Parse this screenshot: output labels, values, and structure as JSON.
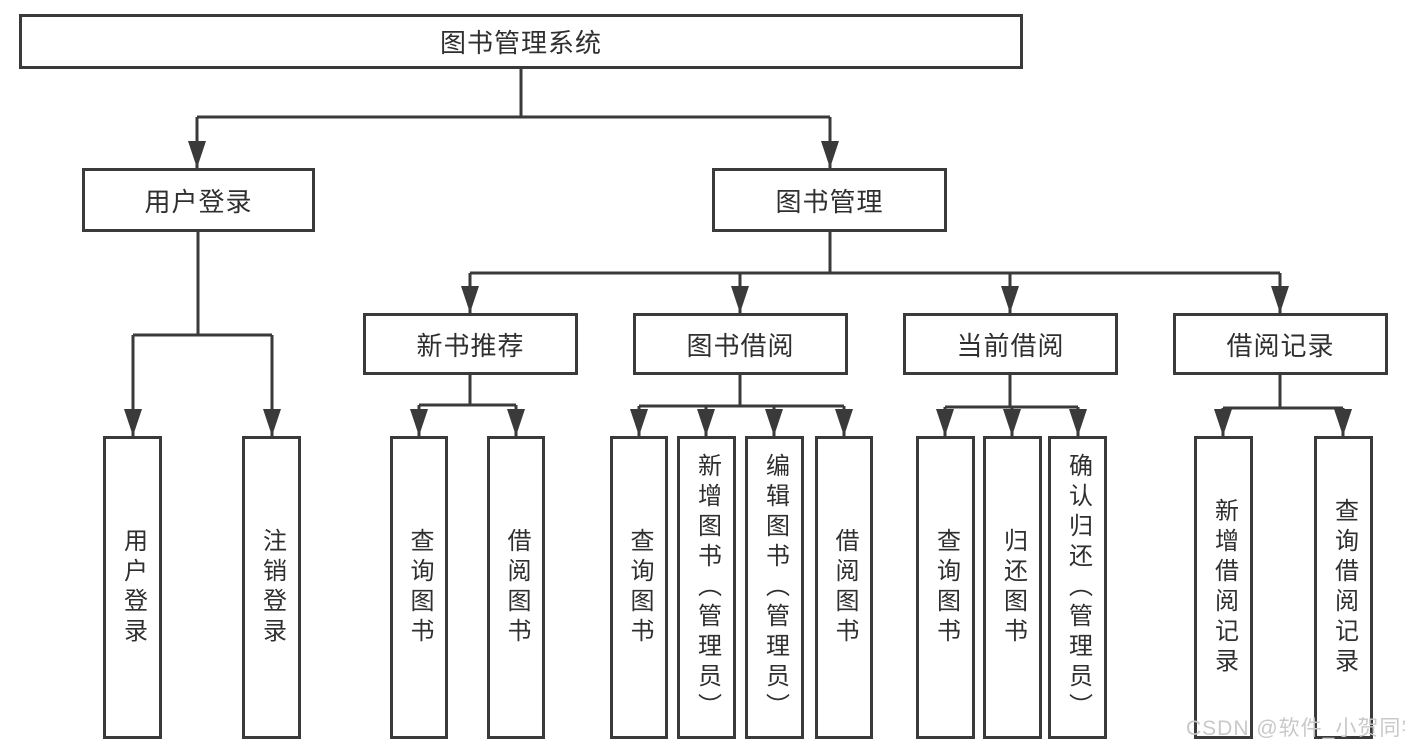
{
  "diagram": {
    "root": {
      "label": "图书管理系统"
    },
    "children": [
      {
        "label": "用户登录",
        "children": [
          {
            "label": "用户登录"
          },
          {
            "label": "注销登录"
          }
        ]
      },
      {
        "label": "图书管理",
        "children": [
          {
            "label": "新书推荐",
            "children": [
              {
                "label": "查询图书"
              },
              {
                "label": "借阅图书"
              }
            ]
          },
          {
            "label": "图书借阅",
            "children": [
              {
                "label": "查询图书"
              },
              {
                "label": "新增图书（管理员）"
              },
              {
                "label": "编辑图书（管理员）"
              },
              {
                "label": "借阅图书"
              }
            ]
          },
          {
            "label": "当前借阅",
            "children": [
              {
                "label": "查询图书"
              },
              {
                "label": "归还图书"
              },
              {
                "label": "确认归还（管理员）"
              }
            ]
          },
          {
            "label": "借阅记录",
            "children": [
              {
                "label": "新增借阅记录"
              },
              {
                "label": "查询借阅记录"
              }
            ]
          }
        ]
      }
    ]
  },
  "watermark": {
    "text": "CSDN @软件_小贺同学"
  },
  "colors": {
    "line": "#3a3a3a",
    "node_border": "#3a3a3a",
    "text": "#2f2f2f",
    "watermark": "#c9c9c9",
    "background": "#ffffff"
  }
}
